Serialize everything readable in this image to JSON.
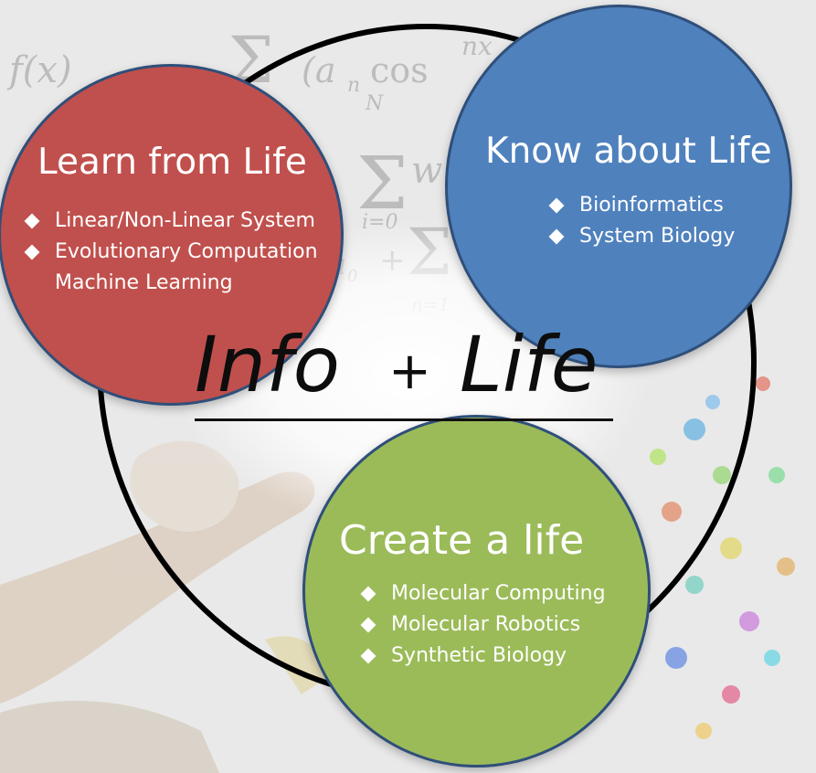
{
  "diagram": {
    "center": {
      "left": "Info",
      "operator": "+",
      "right": "Life"
    },
    "learn": {
      "title": "Learn from Life",
      "color": "#c0504d",
      "items": [
        {
          "text": "Linear/Non-Linear System",
          "bullet": true
        },
        {
          "text": "Evolutionary Computation",
          "bullet": true
        },
        {
          "text": "Machine Learning",
          "bullet": false
        }
      ]
    },
    "know": {
      "title": "Know about Life",
      "color": "#4f81bd",
      "items": [
        {
          "text": "Bioinformatics",
          "bullet": true
        },
        {
          "text": "System Biology",
          "bullet": true
        }
      ]
    },
    "create": {
      "title": "Create a life",
      "color": "#9bbb59",
      "items": [
        {
          "text": "Molecular Computing",
          "bullet": true
        },
        {
          "text": "Molecular Robotics",
          "bullet": true
        },
        {
          "text": "Synthetic Biology",
          "bullet": true
        }
      ]
    }
  }
}
